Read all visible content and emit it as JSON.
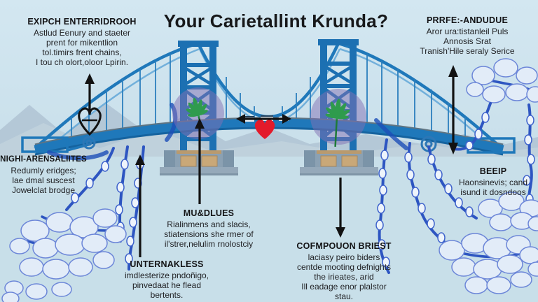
{
  "title": "Your Carietallint Krunda?",
  "annotations": {
    "top_left": {
      "heading": "EXIPCH ENTERRIDROOH",
      "lines": [
        "Astlud Eenury and staeter",
        "prent for mikentlion",
        "tol.timirs frent chains,",
        "I tou ch olort,oloor Lpirin."
      ]
    },
    "top_right": {
      "heading": "PRRFE:-ANDUDUE",
      "lines": [
        "Aror ura:tistanleil Puls",
        "Annosis Srat",
        "Tranish'Hile seraly Serice"
      ]
    },
    "mid_left": {
      "heading": "NIGHI-ARENSALIITES",
      "lines": [
        "Redumly eridges;",
        "lae dmal suscest",
        "Jowelclat brodge"
      ]
    },
    "mid_right": {
      "heading": "BEEIP",
      "lines": [
        "Haonsinevis; cand",
        "isund it dosndoos"
      ]
    },
    "center": {
      "heading": "MU&DLUES",
      "lines": [
        "Rialinmens and slacis,",
        "stiatensions she rmer of",
        "il'strer,nelulim rnolostciy"
      ]
    },
    "bottom_left": {
      "heading": "UNTERNAKLESS",
      "lines": [
        "imdlesterize pndoñigo,",
        "pinvedaat he flead",
        "bertents."
      ]
    },
    "bottom_right": {
      "heading": "COFMPOUON BRIEST",
      "lines": [
        "laciasy peiro biders",
        "centde mooting defnights",
        "the irieates, arid",
        "Ill eadage enor plalstor",
        "stau."
      ]
    }
  },
  "icons": {
    "left_tower_badge": "cannabis-leaf-icon",
    "right_tower_badge": "cannabis-leaf-icon",
    "center_symbol": "red-heart-icon",
    "left_marker": "heart-outline-icon",
    "arrow_types": [
      "up-arrow",
      "left-right-double-arrow",
      "up-down-double-arrow",
      "down-arrow"
    ]
  },
  "colors": {
    "bridge_blue": "#1f78ba",
    "chain_blue": "#2d55c1",
    "molecule_fill": "#e2ecf8",
    "leaf_green": "#2f9b4d",
    "badge_purple": "#8270b4",
    "heart_red": "#e31a2b",
    "arrow_black": "#121212",
    "sky": "#cde3ee",
    "water": "#c9dfe9",
    "mountain": "#afc2d2",
    "text": "#1d1d1f"
  }
}
